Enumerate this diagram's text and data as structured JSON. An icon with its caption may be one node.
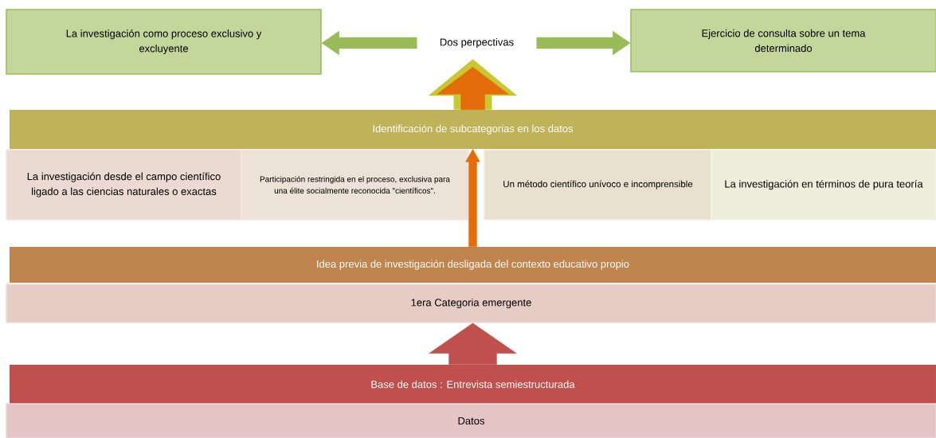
{
  "diagram": {
    "nodes": [
      {
        "text": [
          "La investigación como proceso exclusivo y excluyente"
        ]
      },
      {
        "text": [
          "Dos perpectivas"
        ]
      },
      {
        "text": [
          "Ejercicio de consulta sobre un tema determinado"
        ]
      },
      {
        "text": [
          "Identificación de subcategorias en los datos"
        ]
      },
      {
        "text": [
          "La investigación desde el campo científico ligado a las ciencias naturales o exactas"
        ]
      },
      {
        "text": [
          "Participación restringida en el proceso, exclusiva para una élite socialmente reconocida \"científicos\"."
        ]
      },
      {
        "text": [
          "Un método científico unívoco e incomprensible"
        ]
      },
      {
        "text": [
          "La investigación en términos de pura teoría"
        ]
      },
      {
        "text": [
          "Idea previa de investigación desligada del contexto educativo propio"
        ]
      },
      {
        "text": [
          "1era Categoria emergente"
        ]
      },
      {
        "text": [
          "Base de datos : Entrevista semiestructurada"
        ]
      },
      {
        "text": [
          "Datos"
        ]
      }
    ],
    "edges": [
      {
        "from": 1,
        "to": 0,
        "arrow": "to",
        "color": "#9bbb59"
      },
      {
        "from": 1,
        "to": 2,
        "arrow": "to",
        "color": "#9bbb59"
      },
      {
        "from": 3,
        "to": 1,
        "arrow": "to",
        "color": "#e46c0a"
      },
      {
        "from": 8,
        "to": 3,
        "arrow": "to",
        "color": "#e46c0a"
      },
      {
        "from": 10,
        "to": 9,
        "arrow": "to",
        "color": "#c0504d"
      }
    ]
  }
}
